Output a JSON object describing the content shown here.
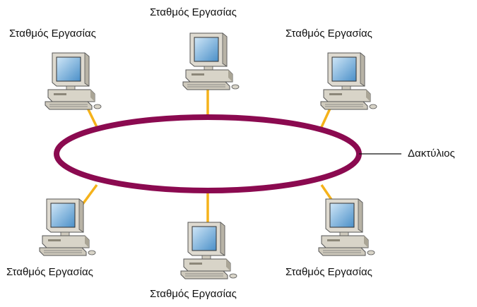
{
  "diagram": {
    "ring_label": "Δακτύλιος",
    "ring_color": "#8b0a50",
    "link_color": "#f5b21a",
    "workstations": [
      {
        "id": "top-left",
        "label": "Σταθμός Εργασίας"
      },
      {
        "id": "top-center",
        "label": "Σταθμός Εργασίας"
      },
      {
        "id": "top-right",
        "label": "Σταθμός Εργασίας"
      },
      {
        "id": "bottom-left",
        "label": "Σταθμός Εργασίας"
      },
      {
        "id": "bottom-center",
        "label": "Σταθμός Εργασίας"
      },
      {
        "id": "bottom-right",
        "label": "Σταθμός Εργασίας"
      }
    ],
    "icon": "desktop-computer-icon"
  }
}
